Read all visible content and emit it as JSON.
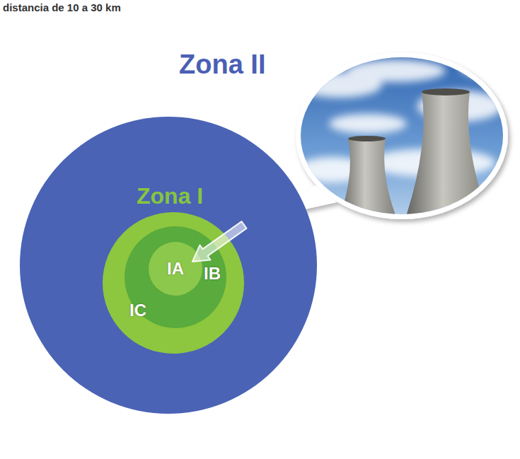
{
  "diagram": {
    "nodes": [
      {
        "text": [
          "Zona II"
        ]
      },
      {
        "text": [
          "Zona I"
        ],
        "in": 0
      },
      {
        "text": [
          "IC"
        ],
        "in": 1
      },
      {
        "text": [
          "IB"
        ],
        "in": 2
      },
      {
        "text": [
          "IA"
        ],
        "in": 3
      }
    ],
    "labels": [
      "distancia de 10 a 30 km"
    ]
  }
}
